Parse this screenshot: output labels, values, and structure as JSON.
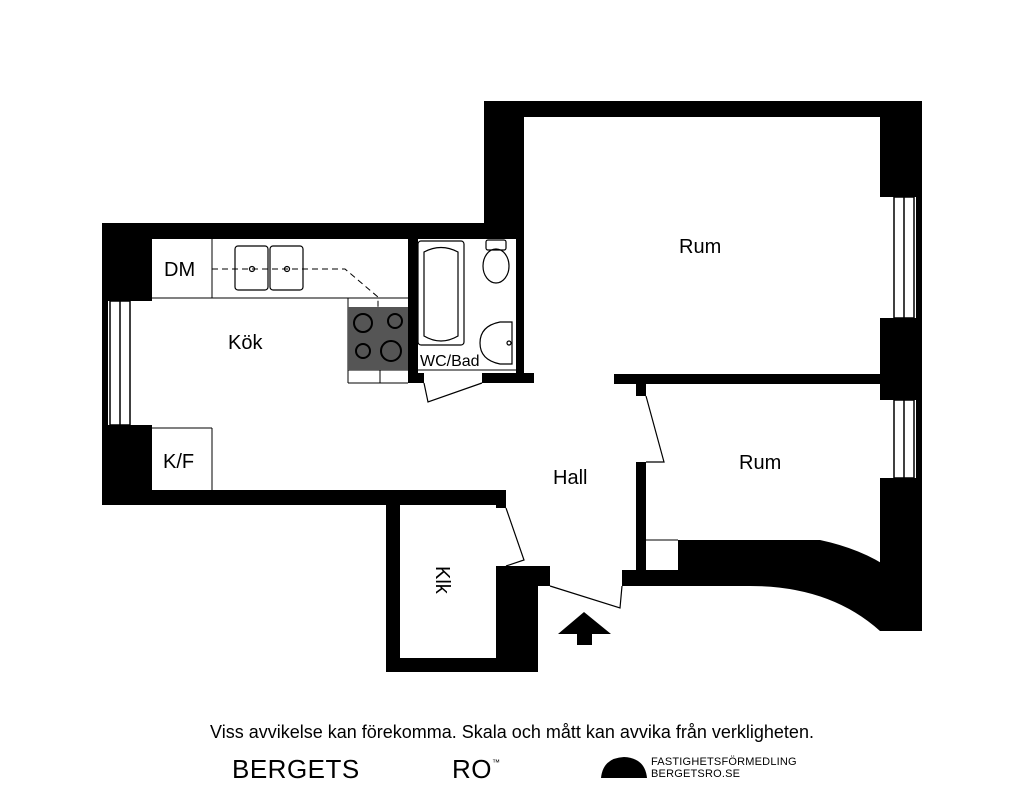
{
  "rooms": {
    "rum_top": "Rum",
    "rum_bottom": "Rum",
    "kok": "Kök",
    "hall": "Hall",
    "wc_bad": "WC/Bad",
    "dm": "DM",
    "kf": "K/F",
    "klk": "Klk"
  },
  "disclaimer": "Viss avvikelse kan förekomma. Skala och mått kan avvika från verkligheten.",
  "brand": {
    "left": "BERGETS",
    "right": "RO",
    "tm": "™"
  },
  "agency": {
    "line1": "FASTIGHETSFÖRMEDLING",
    "line2": "BERGETSRO.SE"
  },
  "colors": {
    "wall": "#000000",
    "stove": "#555555",
    "background": "#ffffff"
  }
}
